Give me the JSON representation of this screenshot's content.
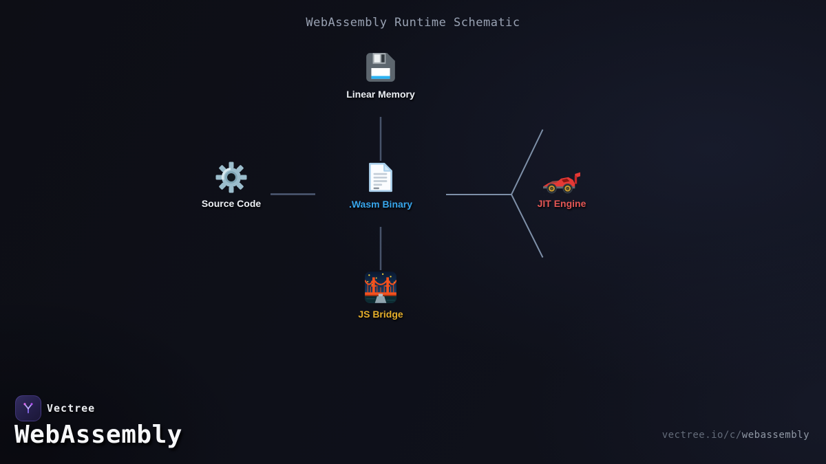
{
  "title": {
    "text": "WebAssembly Runtime Schematic",
    "color": "#99a2b3"
  },
  "diagram": {
    "nodes": [
      {
        "id": "linear-memory",
        "label": "Linear Memory",
        "icon": "floppy-disk-icon",
        "color": "#eceff4"
      },
      {
        "id": "source-code",
        "label": "Source Code",
        "icon": "gear-icon",
        "color": "#eceff4"
      },
      {
        "id": "wasm-binary",
        "label": ".Wasm Binary",
        "icon": "document-icon",
        "color": "#38a6ec"
      },
      {
        "id": "jit-engine",
        "label": "JIT Engine",
        "icon": "racing-car-icon",
        "color": "#e35654"
      },
      {
        "id": "js-bridge",
        "label": "JS Bridge",
        "icon": "bridge-icon",
        "color": "#e3ad2a"
      }
    ],
    "connector_colors": {
      "stem": "#47536a",
      "horizontal": "#4d5a73",
      "branch": "#7e90a8"
    }
  },
  "footer": {
    "brand": "Vectree",
    "wordmark": "WebAssembly",
    "url": {
      "prefix": "vectree.io/c/",
      "slug": "webassembly"
    }
  }
}
